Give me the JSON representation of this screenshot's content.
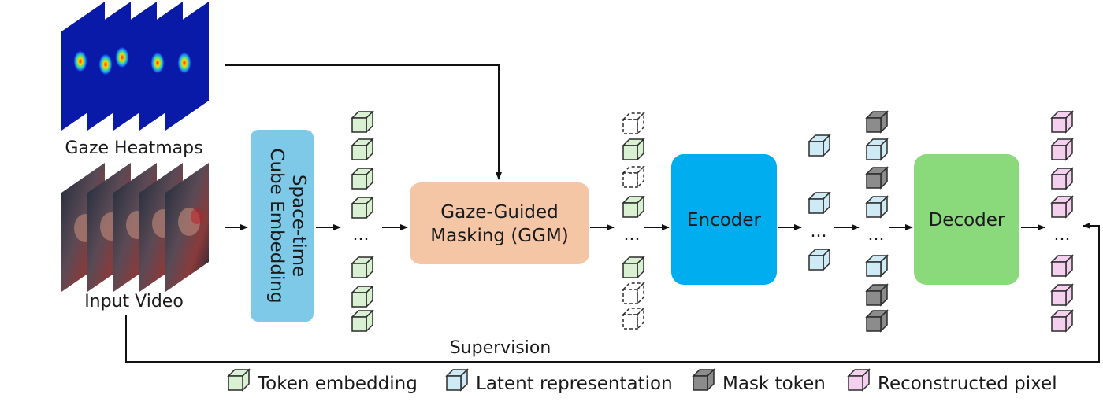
{
  "inputs": {
    "heatmaps_label": "Gaze Heatmaps",
    "video_label": "Input Video"
  },
  "blocks": {
    "embedding": "Space-time\nCube Embedding",
    "ggm": "Gaze-Guided\nMasking (GGM)",
    "encoder": "Encoder",
    "decoder": "Decoder"
  },
  "supervision_label": "Supervision",
  "ellipsis": "...",
  "legend": [
    {
      "label": "Token embedding",
      "color": "#d9f0d3"
    },
    {
      "label": "Latent representation",
      "color": "#cdeaf5"
    },
    {
      "label": "Mask token",
      "color": "#8c8c8c"
    },
    {
      "label": "Reconstructed pixel",
      "color": "#f5d0ee"
    }
  ],
  "colors": {
    "embedding": "#7ec8e8",
    "ggm": "#f5c6a5",
    "encoder": "#00aeef",
    "decoder": "#8ad97a",
    "heatmap_bg": "#0a1aa8"
  }
}
